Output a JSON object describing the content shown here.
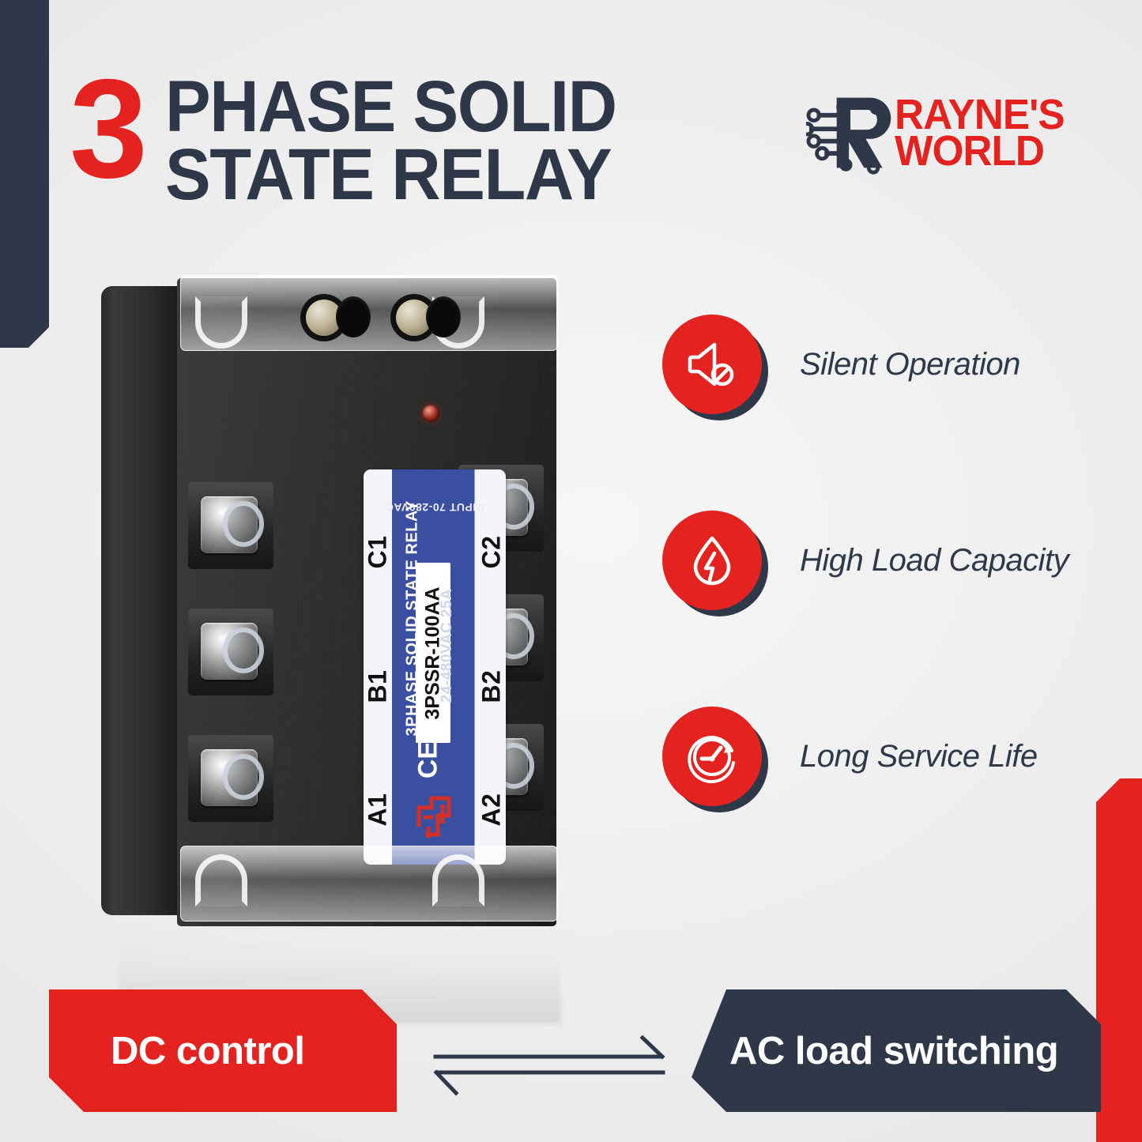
{
  "theme": {
    "red": "#E42320",
    "navy": "#2E3848",
    "background": "#EEEEEE",
    "label_blue": "#3B4FA0"
  },
  "header": {
    "number": "3",
    "title_line1": "PHASE SOLID",
    "title_line2": "STATE RELAY"
  },
  "brand": {
    "logo_icon": "circuit-r-logo-icon",
    "name_line1": "RAYNE'S",
    "name_line2": "WORLD"
  },
  "product": {
    "alt": "3-phase solid state relay module",
    "led_icon": "power-led-indicator-icon",
    "label": {
      "input_text": "INPUT  70-280VAC",
      "tilde_left": "~",
      "tilde_right": "~",
      "product_name": "3PHASE  SOLID STATE RELAY",
      "model": "3PSSR-100AA",
      "rating": "24-480VAC  25A",
      "certification": "CE",
      "manufacturer_mark": "mfg-logo-icon"
    },
    "terminals_input": [
      "C1",
      "B1",
      "A1"
    ],
    "terminals_output": [
      "C2",
      "B2",
      "A2"
    ]
  },
  "features": [
    {
      "icon": "speaker-mute-icon",
      "label": "Silent Operation"
    },
    {
      "icon": "droplet-bolt-icon",
      "label": "High Load Capacity"
    },
    {
      "icon": "clock-refresh-icon",
      "label": "Long Service Life"
    }
  ],
  "footer": {
    "left_label": "DC control",
    "arrows_icon": "double-arrow-icon",
    "right_label": "AC load switching"
  }
}
